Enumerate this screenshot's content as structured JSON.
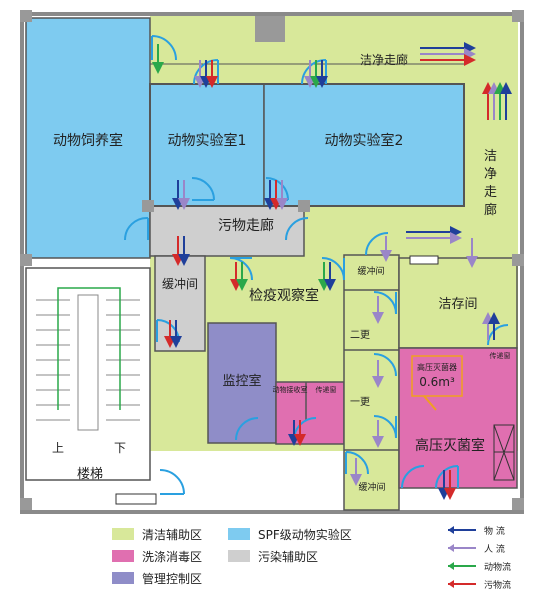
{
  "rooms": {
    "animal_feeding": "动物饲养室",
    "animal_lab_1": "动物实验室1",
    "animal_lab_2": "动物实验室2",
    "clean_corridor_top": "洁净走廊",
    "clean_corridor_side": "洁净走廊",
    "dirty_corridor": "污物走廊",
    "buffer_left": "缓冲间",
    "quarantine": "检疫观察室",
    "monitor": "监控室",
    "animal_receive": "动物接收室",
    "pass_box_1": "传递窗",
    "buffer_mid": "缓冲间",
    "change_2": "二更",
    "change_1": "一更",
    "clean_storage": "洁存间",
    "pass_box_2": "传递窗",
    "autoclave_label": "高压灭菌器",
    "autoclave_volume": "0.6m³",
    "autoclave_room": "高压灭菌室",
    "buffer_bottom": "缓冲间",
    "stair_up": "上",
    "stair_down": "下",
    "stairs": "楼梯"
  },
  "legend": {
    "zones": [
      {
        "label": "清洁辅助区",
        "color": "#d8e89a"
      },
      {
        "label": "SPF级动物实验区",
        "color": "#7ecbf0"
      },
      {
        "label": "洗涤消毒区",
        "color": "#e06fb0"
      },
      {
        "label": "污染辅助区",
        "color": "#cfcfcf"
      },
      {
        "label": "管理控制区",
        "color": "#8f8dc8"
      }
    ],
    "flows": [
      {
        "label": "物 流",
        "color": "#1f3f9a"
      },
      {
        "label": "人 流",
        "color": "#9a86c8"
      },
      {
        "label": "动物流",
        "color": "#2aa84a"
      },
      {
        "label": "污物流",
        "color": "#d42a2a"
      }
    ]
  },
  "colors": {
    "clean": "#d8e89a",
    "spf": "#7ecbf0",
    "wash": "#e06fb0",
    "dirty": "#cfcfcf",
    "mgmt": "#8f8dc8",
    "door": "#2aa0e0",
    "wall": "#555555"
  }
}
